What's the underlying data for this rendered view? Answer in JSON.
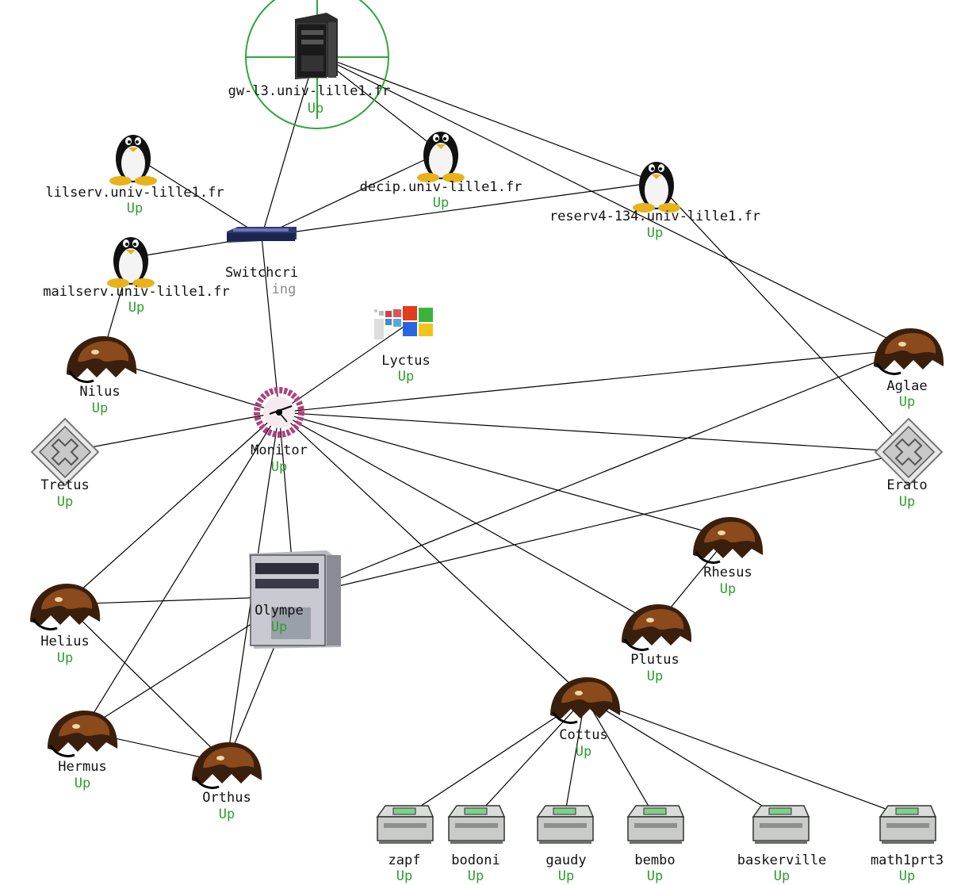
{
  "colors": {
    "status_up": "#2e9e2e",
    "status_unknown": "#8a8a8a",
    "edge": "#000000",
    "target_ring": "#2fa83a",
    "monitor_ring": "#b0407a"
  },
  "nodes": [
    {
      "id": "gw",
      "label": "gw-l3.univ-lille1.fr",
      "status": "Up",
      "icon": "server-tower-icon"
    },
    {
      "id": "lilserv",
      "label": "lilserv.univ-lille1.fr",
      "status": "Up",
      "icon": "linux-penguin-icon"
    },
    {
      "id": "decip",
      "label": "decip.univ-lille1.fr",
      "status": "Up",
      "icon": "linux-penguin-icon"
    },
    {
      "id": "reserv",
      "label": "reserv4-134.univ-lille1.fr",
      "status": "Up",
      "icon": "linux-penguin-icon"
    },
    {
      "id": "mailserv",
      "label": "mailserv.univ-lille1.fr",
      "status": "Up",
      "icon": "linux-penguin-icon"
    },
    {
      "id": "switch",
      "label": "Switchcri",
      "status": "ing",
      "icon": "network-switch-icon"
    },
    {
      "id": "lyctus",
      "label": "Lyctus",
      "status": "Up",
      "icon": "windows-logo-icon"
    },
    {
      "id": "nilus",
      "label": "Nilus",
      "status": "Up",
      "icon": "gnu-head-icon"
    },
    {
      "id": "monitor",
      "label": "Monitor",
      "status": "Up",
      "icon": "monitor-radar-icon"
    },
    {
      "id": "aglae",
      "label": "Aglae",
      "status": "Up",
      "icon": "gnu-head-icon"
    },
    {
      "id": "tretus",
      "label": "Tretus",
      "status": "Up",
      "icon": "router-chip-icon"
    },
    {
      "id": "erato",
      "label": "Erato",
      "status": "Up",
      "icon": "router-chip-icon"
    },
    {
      "id": "rhesus",
      "label": "Rhesus",
      "status": "Up",
      "icon": "gnu-head-icon"
    },
    {
      "id": "olympe",
      "label": "Olympe",
      "status": "Up",
      "icon": "server-workstation-icon"
    },
    {
      "id": "helius",
      "label": "Helius",
      "status": "Up",
      "icon": "gnu-head-icon"
    },
    {
      "id": "plutus",
      "label": "Plutus",
      "status": "Up",
      "icon": "gnu-head-icon"
    },
    {
      "id": "cottus",
      "label": "Cottus",
      "status": "Up",
      "icon": "gnu-head-icon"
    },
    {
      "id": "hermus",
      "label": "Hermus",
      "status": "Up",
      "icon": "gnu-head-icon"
    },
    {
      "id": "orthus",
      "label": "Orthus",
      "status": "Up",
      "icon": "gnu-head-icon"
    },
    {
      "id": "zapf",
      "label": "zapf",
      "status": "Up",
      "icon": "printer-icon"
    },
    {
      "id": "bodoni",
      "label": "bodoni",
      "status": "Up",
      "icon": "printer-icon"
    },
    {
      "id": "gaudy",
      "label": "gaudy",
      "status": "Up",
      "icon": "printer-icon"
    },
    {
      "id": "bembo",
      "label": "bembo",
      "status": "Up",
      "icon": "printer-icon"
    },
    {
      "id": "baskerville",
      "label": "baskerville",
      "status": "Up",
      "icon": "printer-icon"
    },
    {
      "id": "math1prt3",
      "label": "math1prt3",
      "status": "Up",
      "icon": "printer-icon"
    }
  ],
  "edges": [
    [
      "gw",
      "switch"
    ],
    [
      "gw",
      "decip"
    ],
    [
      "gw",
      "reserv"
    ],
    [
      "gw",
      "aglae"
    ],
    [
      "switch",
      "lilserv"
    ],
    [
      "switch",
      "mailserv"
    ],
    [
      "switch",
      "decip"
    ],
    [
      "switch",
      "reserv"
    ],
    [
      "switch",
      "monitor"
    ],
    [
      "reserv",
      "erato"
    ],
    [
      "mailserv",
      "nilus"
    ],
    [
      "monitor",
      "nilus"
    ],
    [
      "monitor",
      "lyctus"
    ],
    [
      "monitor",
      "aglae"
    ],
    [
      "monitor",
      "erato"
    ],
    [
      "monitor",
      "tretus"
    ],
    [
      "monitor",
      "rhesus"
    ],
    [
      "monitor",
      "plutus"
    ],
    [
      "monitor",
      "cottus"
    ],
    [
      "monitor",
      "olympe"
    ],
    [
      "monitor",
      "helius"
    ],
    [
      "monitor",
      "hermus"
    ],
    [
      "monitor",
      "orthus"
    ],
    [
      "olympe",
      "aglae"
    ],
    [
      "olympe",
      "erato"
    ],
    [
      "olympe",
      "helius"
    ],
    [
      "olympe",
      "hermus"
    ],
    [
      "olympe",
      "orthus"
    ],
    [
      "helius",
      "orthus"
    ],
    [
      "hermus",
      "orthus"
    ],
    [
      "rhesus",
      "plutus"
    ],
    [
      "cottus",
      "zapf"
    ],
    [
      "cottus",
      "bodoni"
    ],
    [
      "cottus",
      "gaudy"
    ],
    [
      "cottus",
      "bembo"
    ],
    [
      "cottus",
      "baskerville"
    ],
    [
      "cottus",
      "math1prt3"
    ]
  ]
}
